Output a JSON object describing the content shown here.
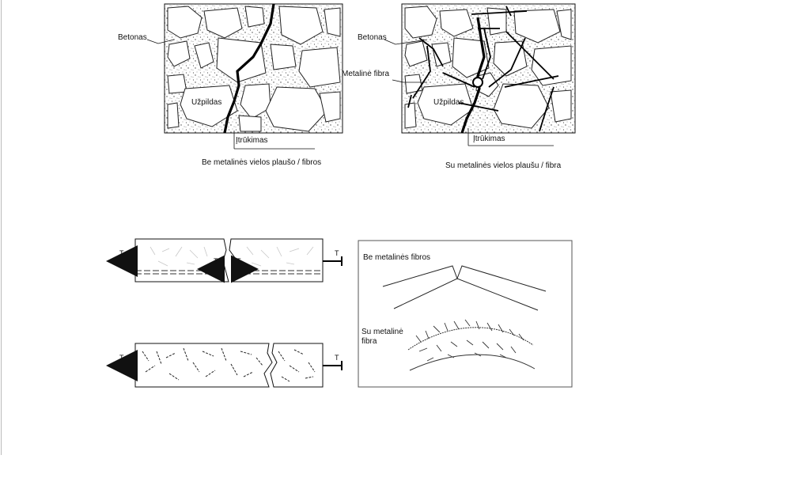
{
  "top_left": {
    "concrete_label": "Betonas",
    "aggregate_label": "Užpildas",
    "crack_label": "Įtrūkimas",
    "caption": "Be metalinės vielos plaušo / fibros"
  },
  "top_right": {
    "concrete_label": "Betonas",
    "fiber_label": "Metalinė fibra",
    "aggregate_label": "Užpildas",
    "crack_label": "Įtrūkimas",
    "caption": "Su metalinės vielos plaušu / fibra"
  },
  "beams": {
    "force_label": "T"
  },
  "bending_panel": {
    "without_label": "Be metalinės fibros",
    "with_label_line1": "Su metalinė",
    "with_label_line2": "fibra"
  },
  "colors": {
    "ink": "#111111",
    "page": "#ffffff"
  }
}
